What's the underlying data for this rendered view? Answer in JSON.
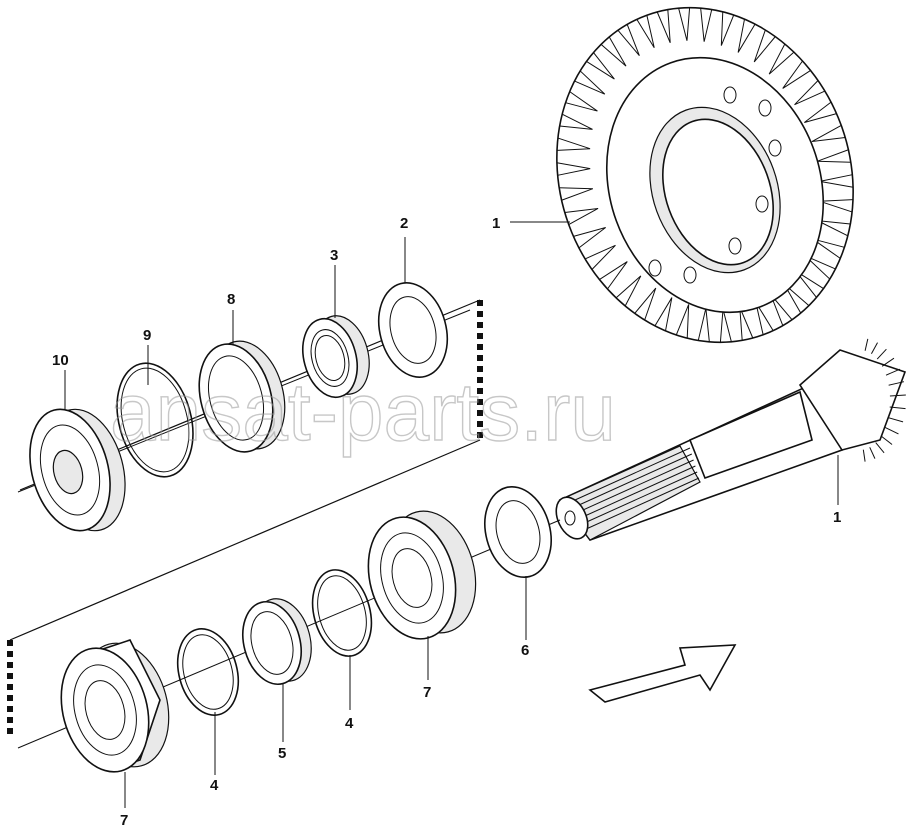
{
  "diagram": {
    "type": "exploded parts diagram",
    "callouts": [
      {
        "id": "c1-gear",
        "label": "1"
      },
      {
        "id": "c1-pinion",
        "label": "1"
      },
      {
        "id": "c2",
        "label": "2"
      },
      {
        "id": "c3",
        "label": "3"
      },
      {
        "id": "c4-a",
        "label": "4"
      },
      {
        "id": "c4-b",
        "label": "4"
      },
      {
        "id": "c5",
        "label": "5"
      },
      {
        "id": "c6",
        "label": "6"
      },
      {
        "id": "c7-a",
        "label": "7"
      },
      {
        "id": "c7-b",
        "label": "7"
      },
      {
        "id": "c8",
        "label": "8"
      },
      {
        "id": "c9",
        "label": "9"
      },
      {
        "id": "c10",
        "label": "10"
      }
    ],
    "watermark": "ansat-parts.ru",
    "direction_arrow_icon": "assembly-direction-arrow-icon"
  }
}
